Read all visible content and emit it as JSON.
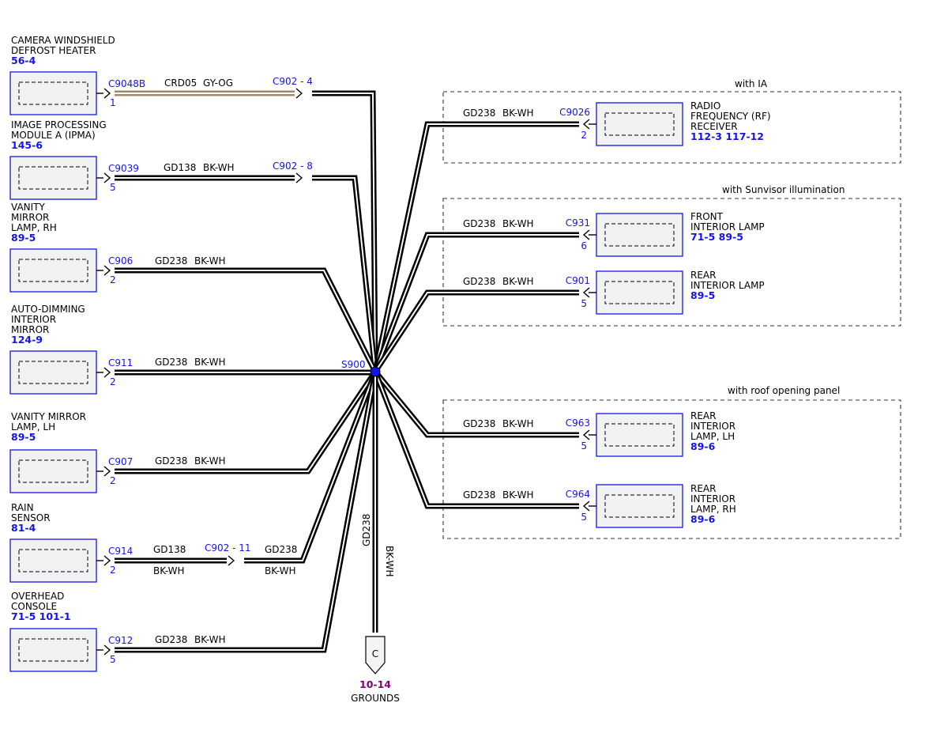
{
  "left_components": [
    {
      "name_lines": [
        "CAMERA WINDSHIELD",
        "DEFROST HEATER"
      ],
      "ref": "56-4",
      "connector": "C9048B",
      "pin": "1",
      "wire": "CRD05",
      "color": "GY-OG",
      "inline": "C902 - 4"
    },
    {
      "name_lines": [
        "IMAGE PROCESSING",
        "MODULE A (IPMA)"
      ],
      "ref": "145-6",
      "connector": "C9039",
      "pin": "5",
      "wire": "GD138",
      "color": "BK-WH",
      "inline": "C902 - 8"
    },
    {
      "name_lines": [
        "VANITY",
        "MIRROR",
        "LAMP, RH"
      ],
      "ref": "89-5",
      "connector": "C906",
      "pin": "2",
      "wire": "GD238",
      "color": "BK-WH"
    },
    {
      "name_lines": [
        "AUTO-DIMMING",
        "INTERIOR",
        "MIRROR"
      ],
      "ref": "124-9",
      "connector": "C911",
      "pin": "2",
      "wire": "GD238",
      "color": "BK-WH"
    },
    {
      "name_lines": [
        "VANITY MIRROR",
        "LAMP, LH"
      ],
      "ref": "89-5",
      "connector": "C907",
      "pin": "2",
      "wire": "GD238",
      "color": "BK-WH"
    },
    {
      "name_lines": [
        "RAIN",
        "SENSOR"
      ],
      "ref": "81-4",
      "connector": "C914",
      "pin": "2",
      "wire": "GD138",
      "color": "BK-WH",
      "inline": "C902 - 11",
      "wire2": "GD238",
      "color2": "BK-WH"
    },
    {
      "name_lines": [
        "OVERHEAD",
        "CONSOLE"
      ],
      "ref": "71-5   101-1",
      "connector": "C912",
      "pin": "5",
      "wire": "GD238",
      "color": "BK-WH"
    }
  ],
  "right_groups": [
    {
      "title": "with IA",
      "items": [
        {
          "name_lines": [
            "RADIO",
            "FREQUENCY (RF)",
            "RECEIVER"
          ],
          "ref": "112-3   117-12",
          "connector": "C9026",
          "pin": "2",
          "wire": "GD238",
          "color": "BK-WH"
        }
      ]
    },
    {
      "title": "with Sunvisor illumination",
      "items": [
        {
          "name_lines": [
            "FRONT",
            "INTERIOR LAMP"
          ],
          "ref": "71-5   89-5",
          "connector": "C931",
          "pin": "6",
          "wire": "GD238",
          "color": "BK-WH"
        },
        {
          "name_lines": [
            "REAR",
            "INTERIOR LAMP"
          ],
          "ref": "89-5",
          "connector": "C901",
          "pin": "5",
          "wire": "GD238",
          "color": "BK-WH"
        }
      ]
    },
    {
      "title": "with roof opening panel",
      "items": [
        {
          "name_lines": [
            "REAR",
            "INTERIOR",
            "LAMP, LH"
          ],
          "ref": "89-6",
          "connector": "C963",
          "pin": "5",
          "wire": "GD238",
          "color": "BK-WH"
        },
        {
          "name_lines": [
            "REAR",
            "INTERIOR",
            "LAMP, RH"
          ],
          "ref": "89-6",
          "connector": "C964",
          "pin": "5",
          "wire": "GD238",
          "color": "BK-WH"
        }
      ]
    }
  ],
  "splice": {
    "label": "S900"
  },
  "ground": {
    "wire": "GD238",
    "color": "BK-WH",
    "symbol": "C",
    "ref": "10-14",
    "label": "GROUNDS"
  },
  "colors": {
    "wire": "#000000",
    "connector_text": "#1414e6",
    "ref_text": "#1414e6",
    "ground_ref": "#800080",
    "box_stroke": "#1414e6",
    "box_fill": "#f2f2f2",
    "crd_wire": "#a08a6a",
    "splice_dot": "#1414e6"
  }
}
